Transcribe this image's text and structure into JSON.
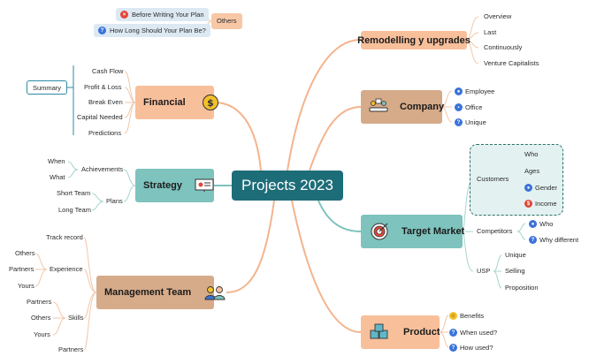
{
  "central": {
    "label": "Projects 2023"
  },
  "colors": {
    "central": "#1d6d78",
    "peach": "#f8bf9b",
    "tan": "#d6ab8a",
    "teal": "#7ec3bd",
    "link": "#f4b48e",
    "leaf_link": "#f2c7a8",
    "teal_link": "#7ec3bd",
    "teal_leaf_link": "#a6d4cf"
  },
  "topics": {
    "remodelling": {
      "label": "Remodelling y upgrades",
      "children": [
        "Overview",
        "Last",
        "Continuously",
        "Venture Capitalists"
      ]
    },
    "company": {
      "label": "Company",
      "children": [
        "Employee",
        "Office",
        "Unique"
      ]
    },
    "target": {
      "label": "Target Market",
      "customers": {
        "label": "Customers",
        "children": [
          "Who",
          "Ages",
          "Gender",
          "Income"
        ]
      },
      "competitors": {
        "label": "Competitors",
        "children": [
          "Who",
          "Why different"
        ]
      },
      "usp": {
        "label": "USP",
        "children": [
          "Unique",
          "Selling",
          "Proposition"
        ]
      }
    },
    "product": {
      "label": "Product",
      "children": [
        "Benefits",
        "When used?",
        "How used?"
      ]
    },
    "financial": {
      "label": "Financial",
      "children": [
        "Cash Flow",
        "Profit & Loss",
        "Break Even",
        "Capital Needed",
        "Predictions"
      ],
      "summary": "Summary"
    },
    "strategy": {
      "label": "Strategy",
      "achievements": {
        "label": "Achievements",
        "children": [
          "When",
          "What"
        ]
      },
      "plans": {
        "label": "Plans",
        "children": [
          "Short Team",
          "Long Team"
        ]
      }
    },
    "management": {
      "label": "Management Team",
      "track_record": "Track record",
      "experience": {
        "label": "Experience",
        "children": [
          "Others",
          "Partners",
          "Yours"
        ]
      },
      "skills": {
        "label": "Skills",
        "children": [
          "Partners",
          "Others",
          "Yours"
        ]
      },
      "partners": "Partners"
    }
  },
  "floating": {
    "others": "Others",
    "items": [
      "Before Writing Your Plan",
      "How Long Should Your Plan Be?"
    ]
  }
}
